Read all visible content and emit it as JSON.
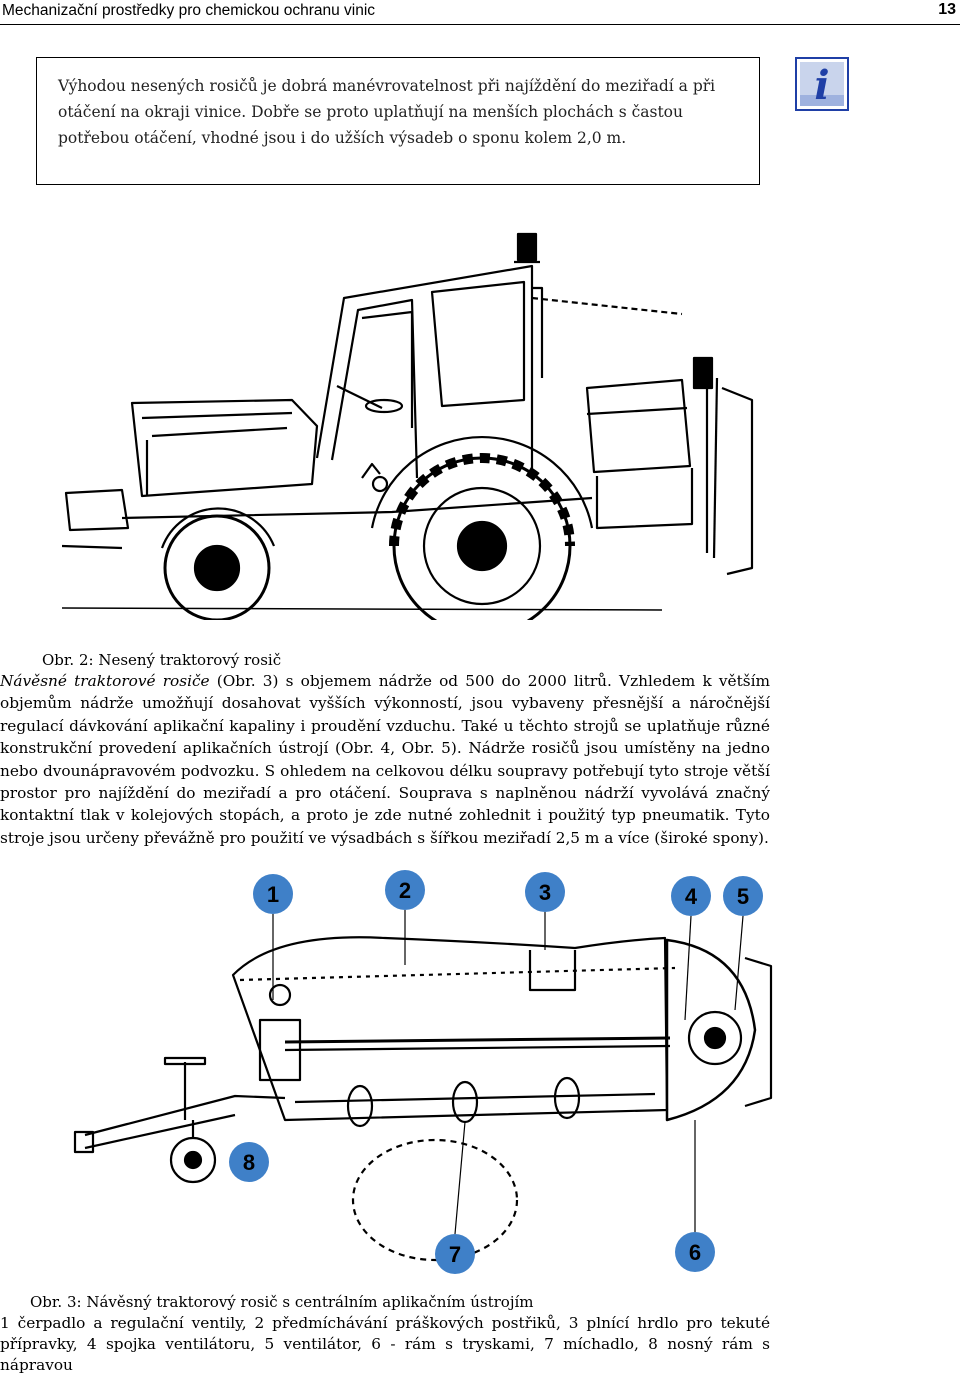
{
  "header": {
    "title": "Mechanizační prostředky pro chemickou ochranu vinic",
    "page_number": "13"
  },
  "infobox": {
    "text": "Výhodou nesených rosičů je dobrá manévrovatelnost při najíždění do meziřadí a při otáčení na okraji vinice. Dobře se proto uplatňují na menších plochách s častou potřebou otáčení, vhodné jsou i do užších výsadeb o sponu kolem 2,0 m.",
    "icon": "info-icon",
    "icon_letter": "i"
  },
  "figure1": {
    "caption": "Obr. 2: Nesený traktorový rosič"
  },
  "body": {
    "lead_italic": "Návěsné traktorové rosiče",
    "text": " (Obr. 3) s objemem nádrže od 500 do 2000 litrů. Vzhledem k větším objemům nádrže umožňují dosahovat vyšších výkonností, jsou vybaveny přesnější a náročnější regulací dávkování aplikační kapaliny i proudění vzduchu. Také u těchto strojů se uplatňuje různé konstrukční provedení aplikačních ústrojí (Obr. 4, Obr. 5). Nádrže rosičů jsou umístěny na jedno nebo dvounápravovém podvozku. S ohledem na celkovou délku soupravy potřebují tyto stroje větší prostor pro najíždění do meziřadí a pro otáčení. Souprava s naplněnou nádrží vyvolává značný kontaktní tlak v kolejových stopách, a proto je zde nutné zohlednit i použitý typ pneumatik. Tyto stroje jsou určeny převážně pro použití ve výsadbách s šířkou meziřadí 2,5 m a více (široké spony)."
  },
  "figure2": {
    "caption": "Obr. 3: Návěsný traktorový rosič s centrálním aplikačním ústrojím",
    "markers": [
      "1",
      "2",
      "3",
      "4",
      "5",
      "6",
      "7",
      "8"
    ],
    "legend": "1 čerpadlo a regulační ventily, 2 předmíchávání práškových postřiků, 3 plnící hrdlo pro tekuté přípravky, 4 spojka ventilátoru, 5 ventilátor, 6 - rám s tryskami, 7 míchadlo, 8 nosný rám s nápravou"
  },
  "colors": {
    "marker_fill": "#3f80c8",
    "icon_blue": "#1f3fa6"
  }
}
